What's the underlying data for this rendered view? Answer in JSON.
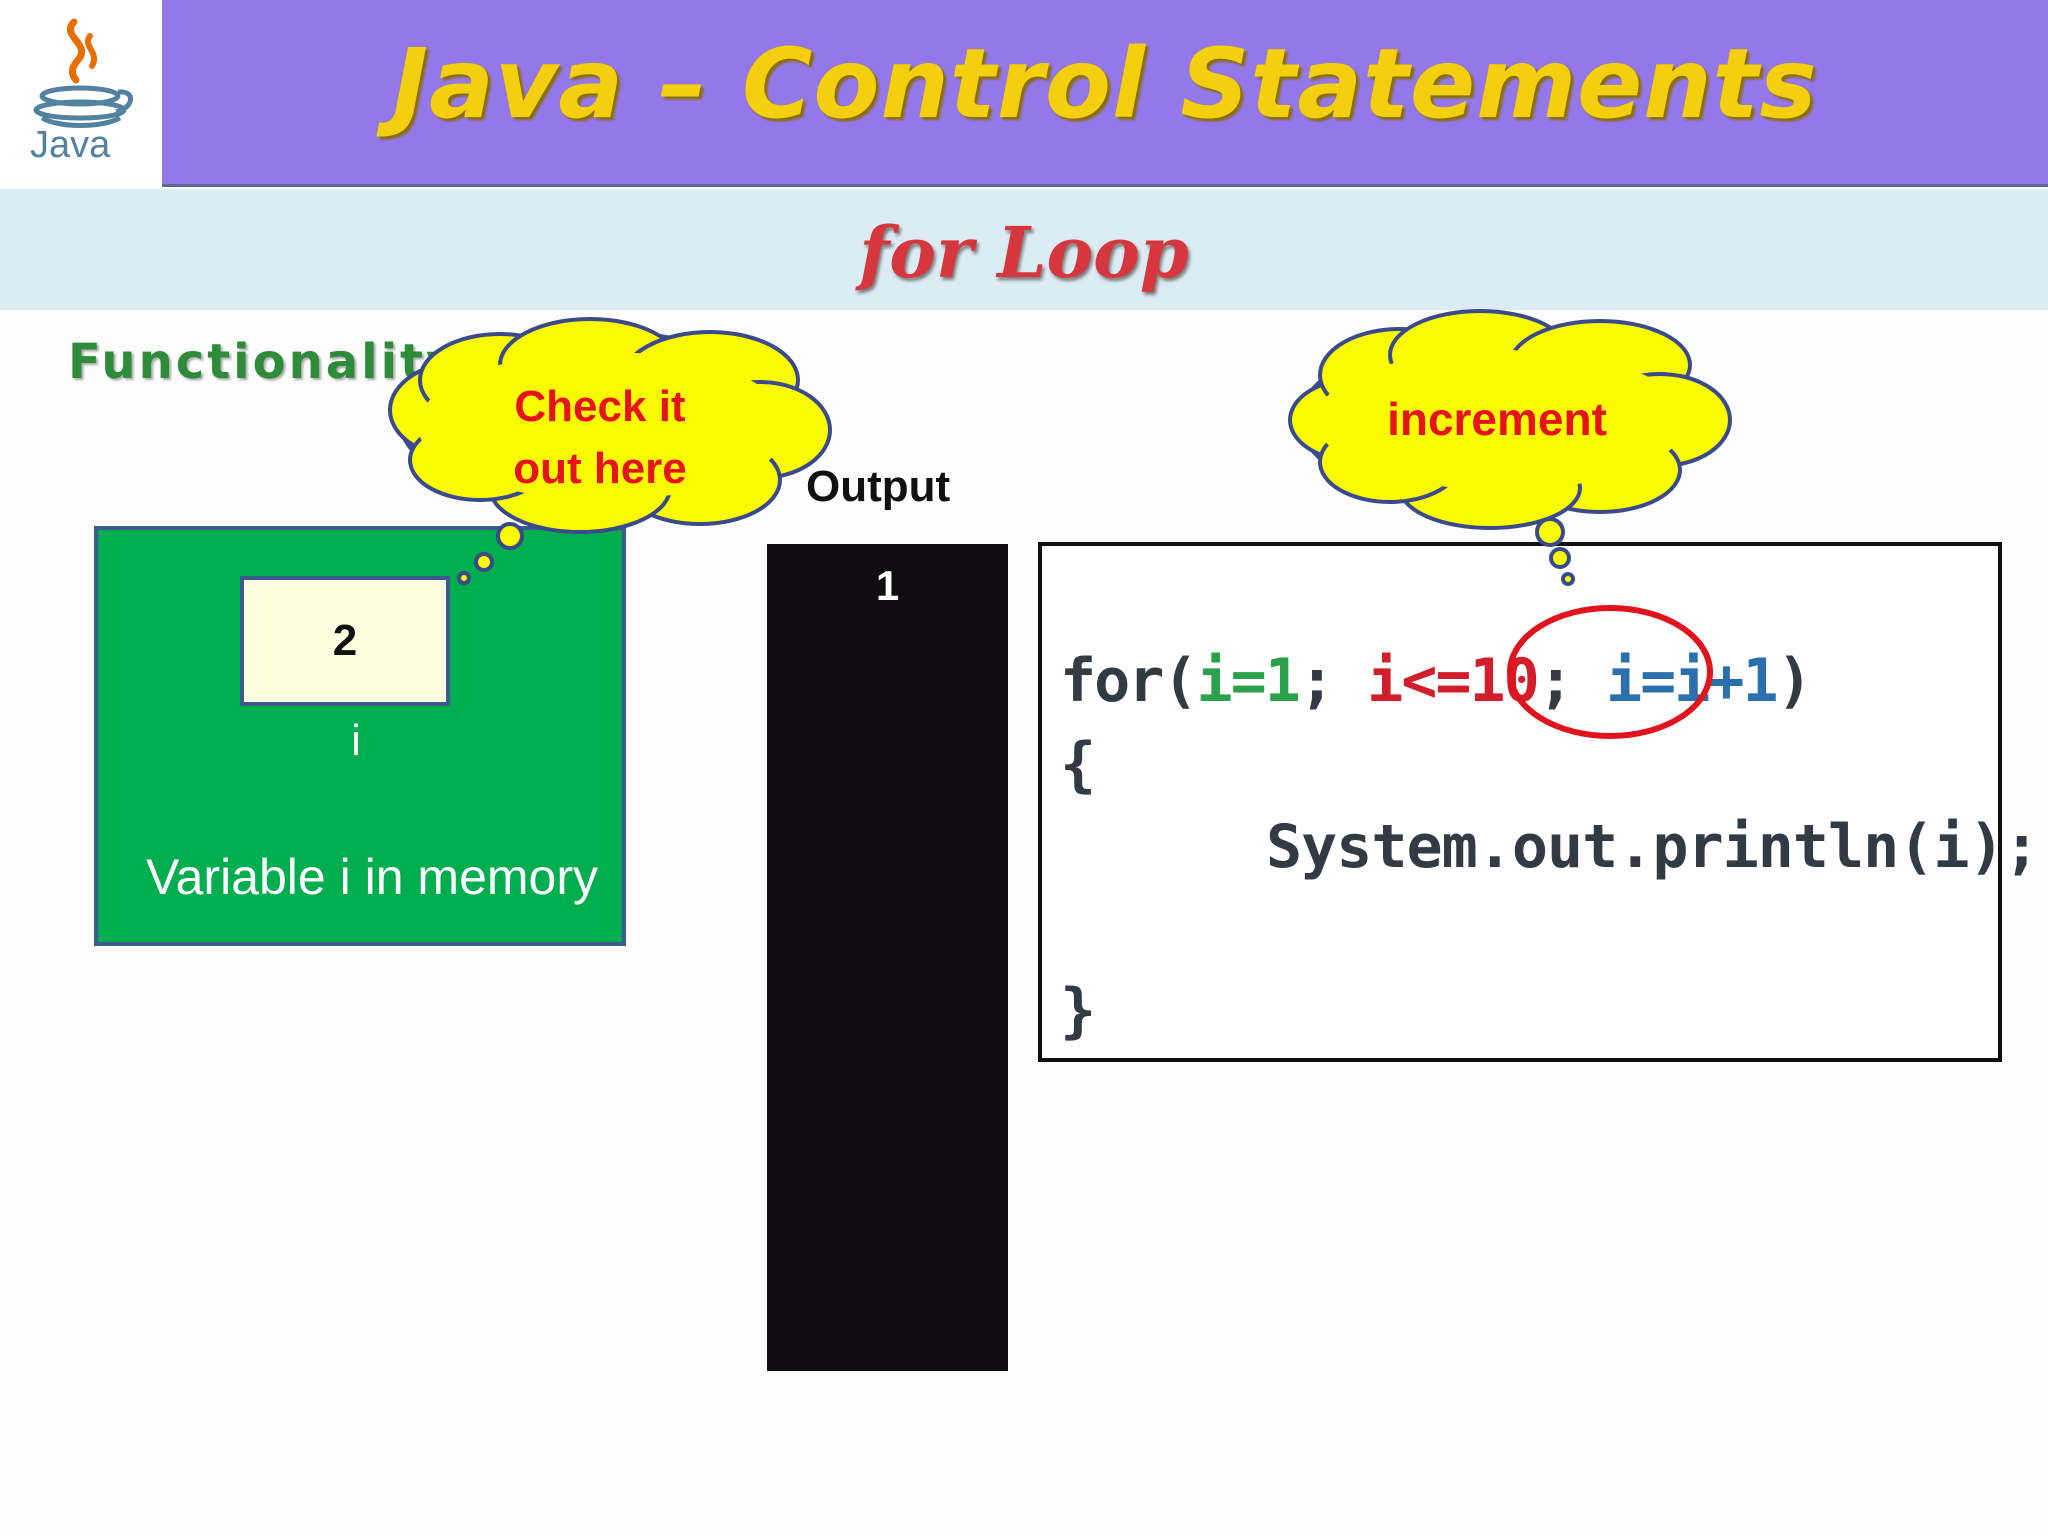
{
  "header": {
    "logo_text": "Java",
    "title": "Java – Control Statements",
    "subtitle": "for Loop"
  },
  "section_heading": "Functionality",
  "memory": {
    "value": "2",
    "variable_name": "i",
    "caption": "Variable i in memory"
  },
  "callouts": {
    "check": {
      "line1": "Check it",
      "line2": "out here"
    },
    "increment": "increment"
  },
  "output": {
    "label": "Output",
    "lines": [
      "1"
    ]
  },
  "code": {
    "for_kw": "for(",
    "init": "i=1",
    "sep1": "; ",
    "condition": "i<=10",
    "sep2": "; ",
    "increment": "i=i+1",
    "close": ")",
    "open_brace": "{",
    "body": "System.out.println(i);",
    "close_brace": "}"
  },
  "colors": {
    "title_bar": "#9478ea",
    "title_text": "#f3cf0f",
    "subtitle_bar": "#dcecf4",
    "subtitle_text": "#d6373e",
    "memory_box": "#00ae4f",
    "bubble_fill": "#fafa00",
    "bubble_text": "#e5131b",
    "highlight_circle": "#e0141c",
    "init_color": "#2aa14a",
    "condition_color": "#d21e2a",
    "increment_color": "#2b6fad"
  }
}
